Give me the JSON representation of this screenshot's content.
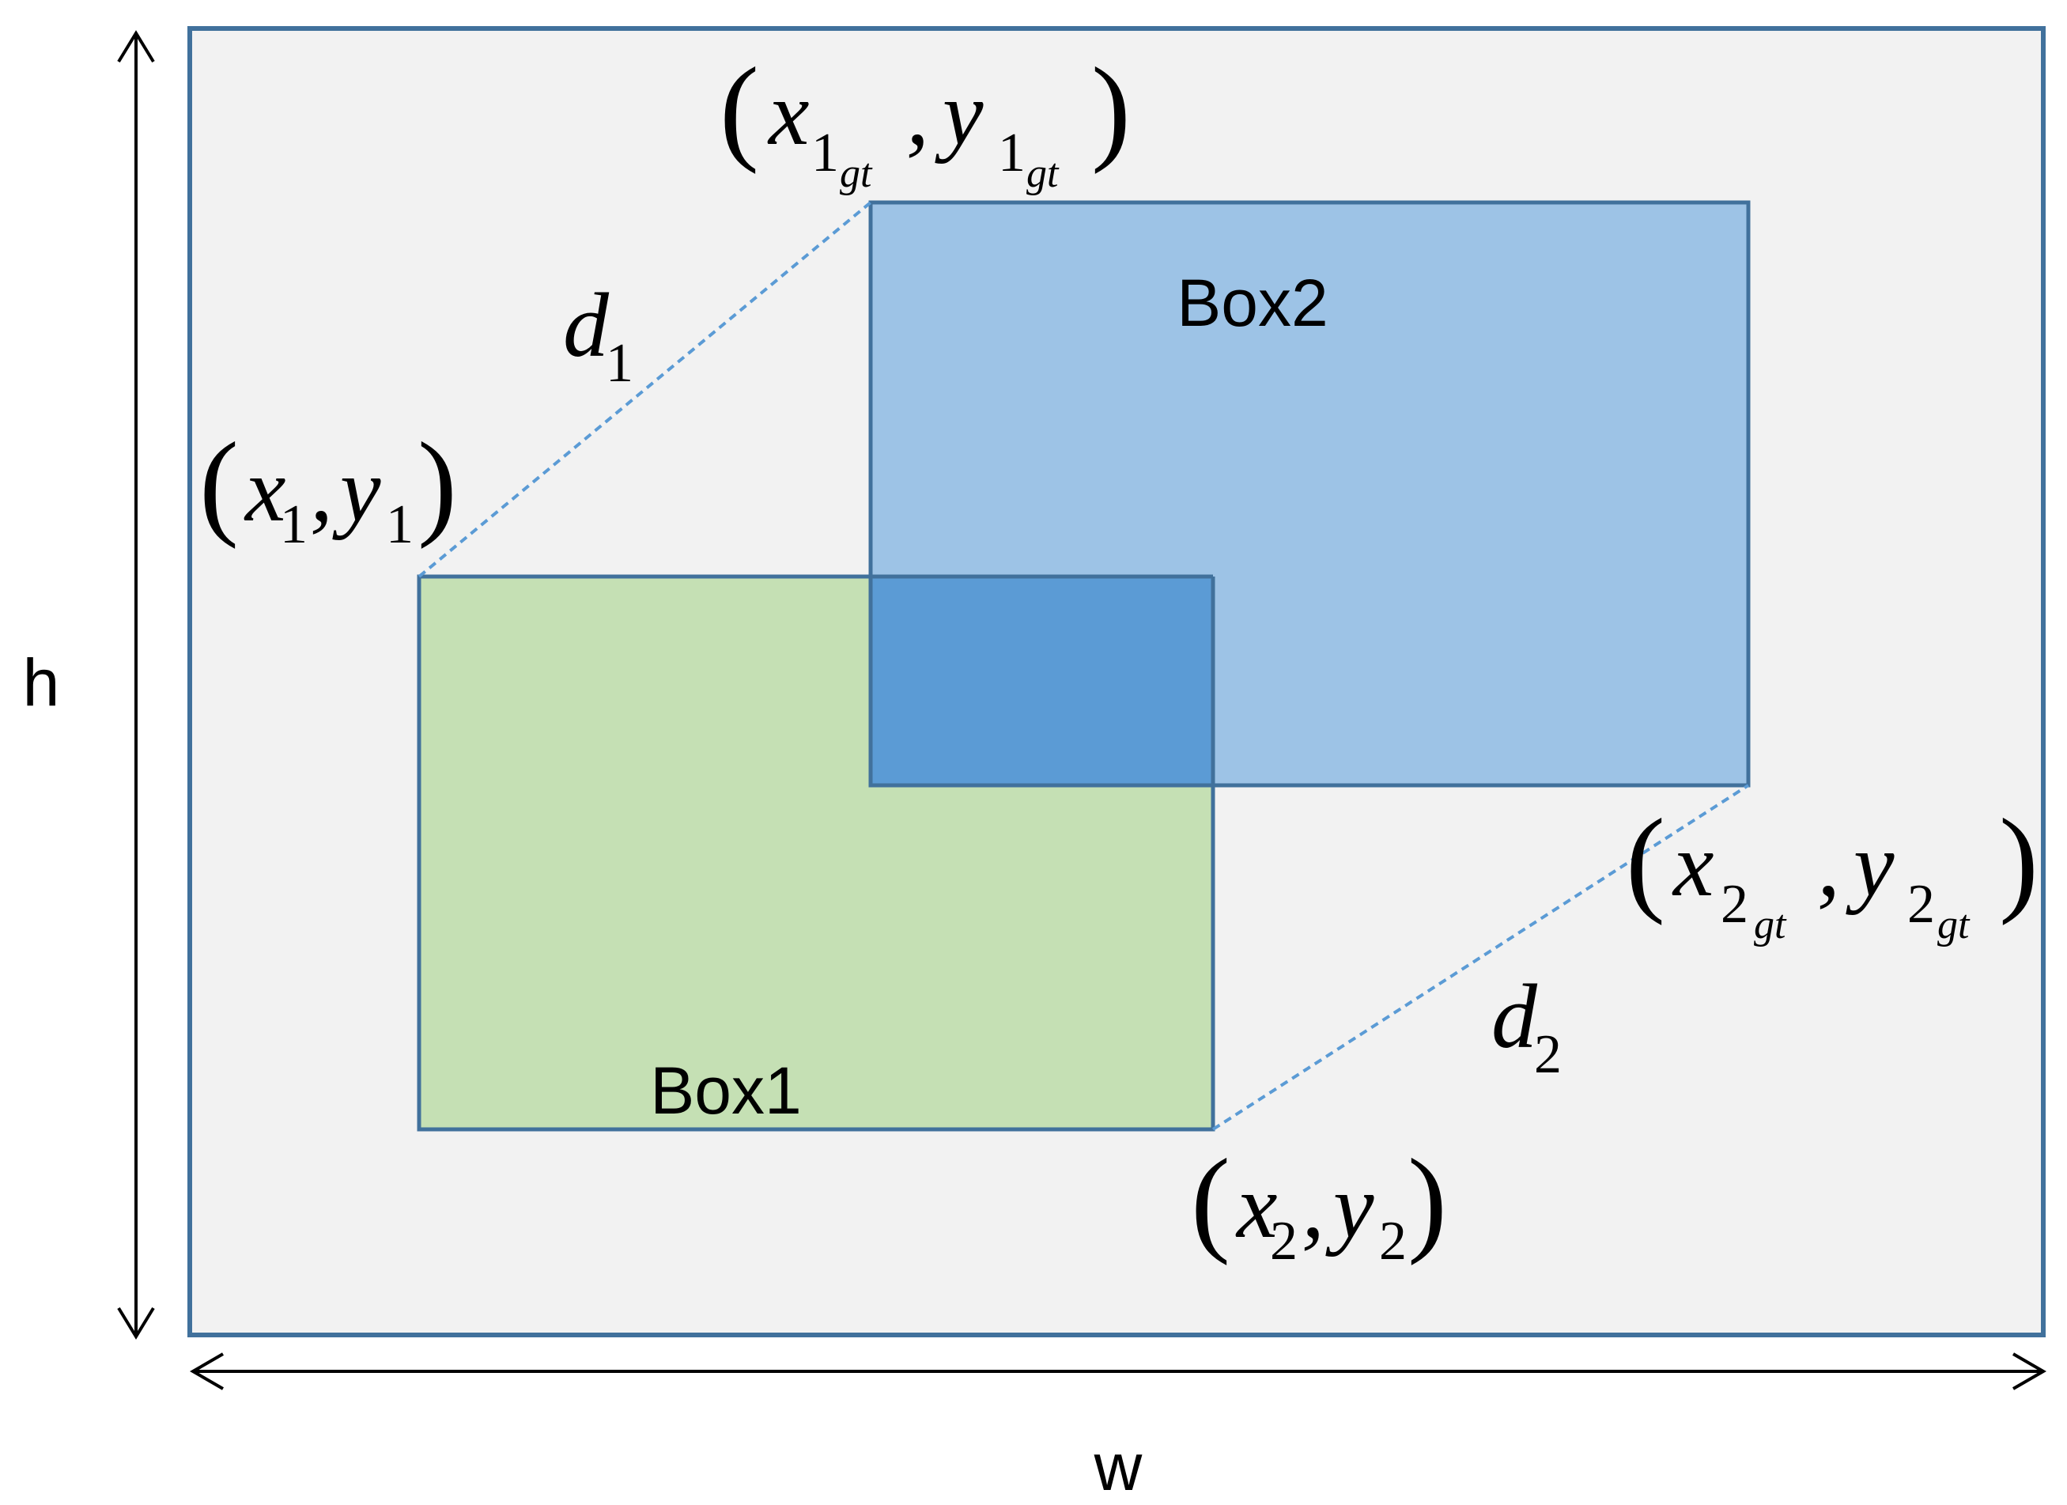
{
  "colors": {
    "frame_fill": "#f2f2f2",
    "frame_stroke": "#41719c",
    "box1_fill": "#c5e0b4",
    "box2_fill": "#9dc3e6",
    "overlap_fill": "#5b9bd5",
    "box_stroke": "#41719c",
    "dashed_line": "#5b9bd5",
    "arrow": "#000000"
  },
  "labels": {
    "box1": "Box1",
    "box2": "Box2",
    "height": "h",
    "width": "w"
  },
  "distances": {
    "d1": {
      "letter": "d",
      "index": "1"
    },
    "d2": {
      "letter": "d",
      "index": "2"
    }
  },
  "points": {
    "p1": {
      "open": "(",
      "x": "x",
      "x_sub": "1",
      "comma": ",",
      "y": "y",
      "y_sub": "1",
      "close": ")"
    },
    "p2": {
      "open": "(",
      "x": "x",
      "x_sub": "2",
      "comma": ",",
      "y": "y",
      "y_sub": "2",
      "close": ")"
    },
    "p1gt": {
      "open": "(",
      "x": "x",
      "x_sub": "1",
      "x_subsub": "gt",
      "comma": ",",
      "y": "y",
      "y_sub": "1",
      "y_subsub": "gt",
      "close": ")"
    },
    "p2gt": {
      "open": "(",
      "x": "x",
      "x_sub": "2",
      "x_subsub": "gt",
      "comma": ",",
      "y": "y",
      "y_sub": "2",
      "y_subsub": "gt",
      "close": ")"
    }
  }
}
